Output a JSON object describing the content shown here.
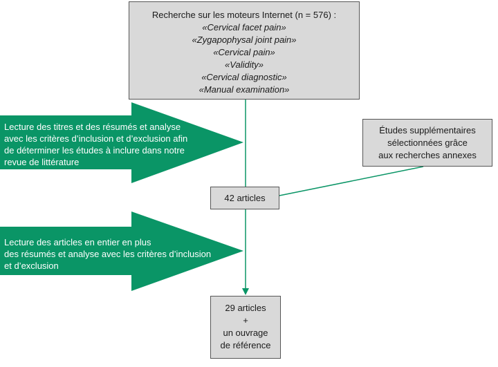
{
  "colors": {
    "box_fill": "#d9d9d9",
    "box_border": "#555555",
    "arrow_fill": "#0a9566",
    "connector": "#0a9566"
  },
  "search_box": {
    "title": "Recherche sur les moteurs Internet (n = 576) :",
    "terms": [
      "«Cervical facet pain»",
      "«Zygapophysal joint pain»",
      "«Cervical pain»",
      "«Validity»",
      "«Cervical diagnostic»",
      "«Manual examination»"
    ]
  },
  "screening_arrow": {
    "lines": [
      "Lecture des titres et des résumés et analyse",
      "avec les critères d’inclusion et d’exclusion afin",
      "de déterminer les études à inclure dans notre",
      "revue de littérature"
    ]
  },
  "additional_box": {
    "lines": [
      "Études supplémentaires",
      "sélectionnées grâce",
      "aux recherches annexes"
    ]
  },
  "articles_42_box": {
    "label": "42 articles"
  },
  "fulltext_arrow": {
    "lines": [
      "Lecture des articles en entier en plus",
      "des résumés et analyse avec les critères d’inclusion",
      "et d’exclusion"
    ]
  },
  "final_box": {
    "lines": [
      "29 articles",
      "+",
      "un ouvrage",
      "de référence"
    ]
  }
}
